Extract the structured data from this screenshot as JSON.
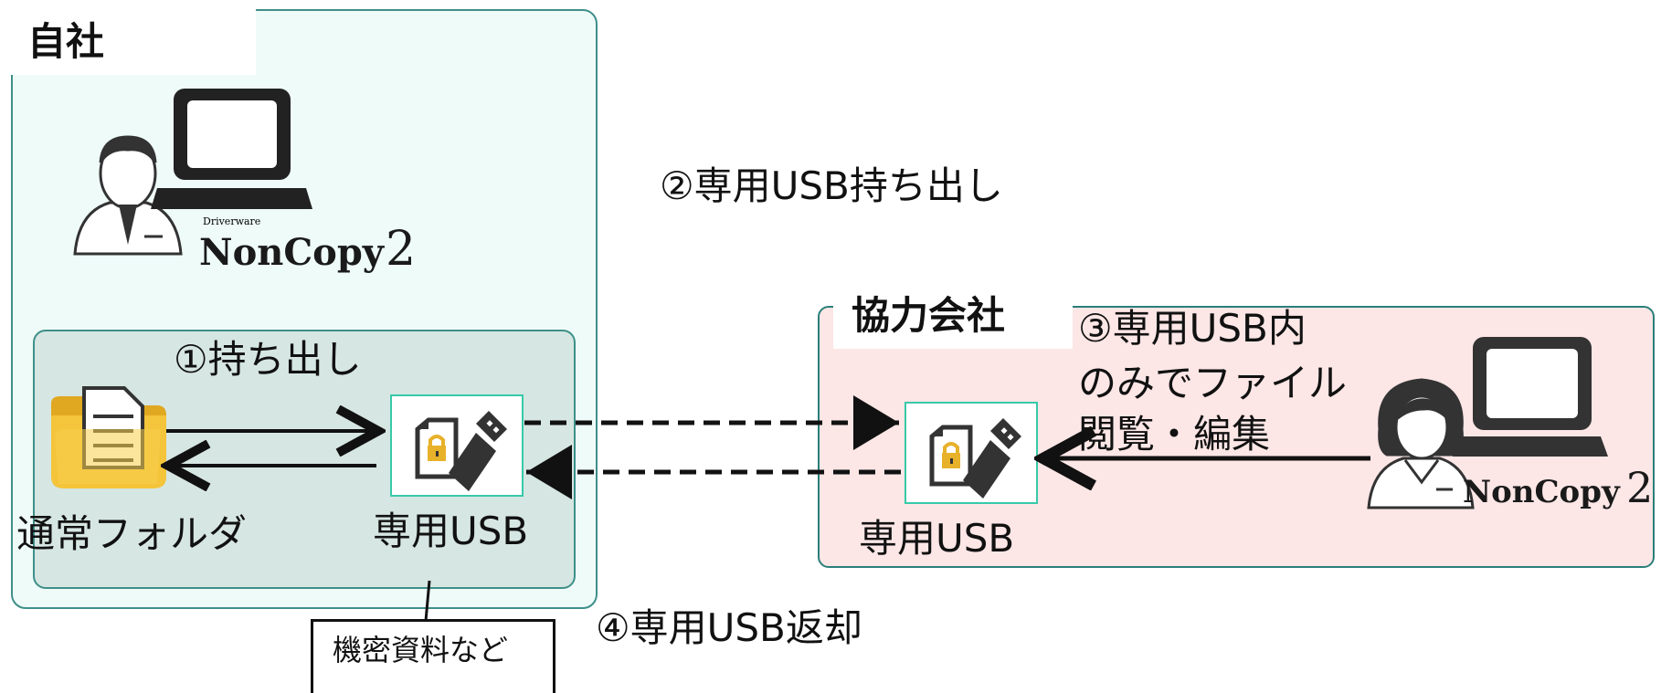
{
  "own_company": {
    "label": "自社",
    "inner_label": "①持ち出し",
    "folder_label": "通常フォルダ",
    "usb_label": "専用USB",
    "logo_small": "Driverware",
    "logo_main": "NonCopy",
    "logo_num": "2",
    "note": "機密資料など"
  },
  "flow": {
    "step2": "②専用USB持ち出し",
    "step3_line1": "③専用USB内",
    "step3_line2": "のみでファイル",
    "step3_line3": "閲覧・編集",
    "step4": "④専用USB返却"
  },
  "partner_company": {
    "label": "協力会社",
    "usb_label": "専用USB",
    "logo_main": "NonCopy",
    "logo_num": "2"
  },
  "colors": {
    "own_bg": "#effbf8",
    "inner_bg": "#d6e6e2",
    "partner_bg": "#fde6e6",
    "border": "#3f8f8a",
    "usb_border": "#38c9a9",
    "folder": "#f4c43a",
    "lock": "#e8b12a"
  },
  "icons": [
    "user-male-icon",
    "laptop-icon",
    "folder-document-icon",
    "usb-lock-icon",
    "user-female-icon"
  ]
}
